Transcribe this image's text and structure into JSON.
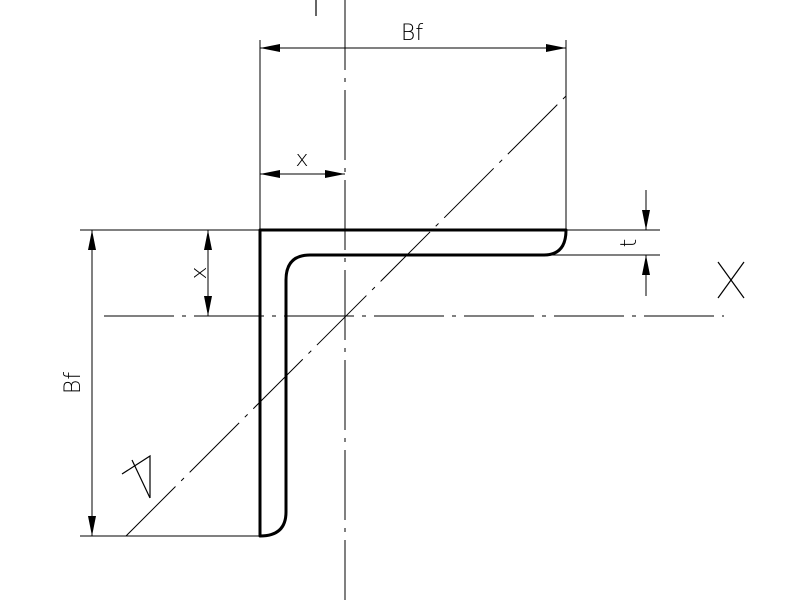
{
  "labels": {
    "flange_width_top": "Bf",
    "flange_width_side": "Bf",
    "centroid_x_top": "x",
    "centroid_x_side": "x",
    "thickness": "t"
  },
  "axes": {
    "x_axis": "X",
    "y_axis": "Y",
    "z_axis": "Z"
  }
}
